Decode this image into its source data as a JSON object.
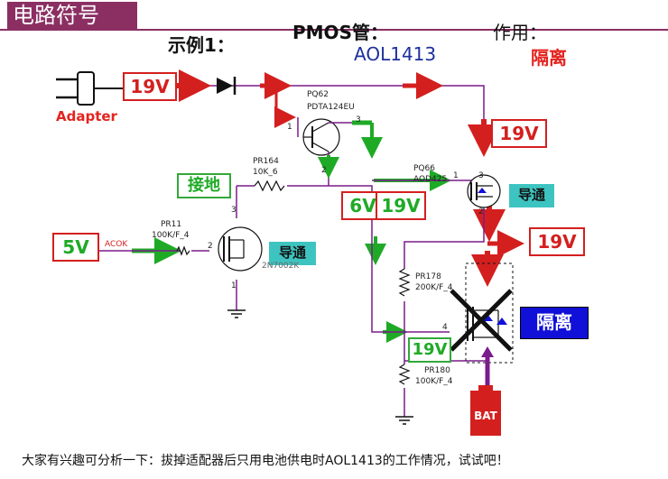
{
  "header": {
    "tab_title": "电路符号"
  },
  "title": {
    "example_label": "示例1：",
    "type_label": "PMOS管：",
    "part_number": "AOL1413",
    "role_label": "作用：",
    "role_value": "隔离"
  },
  "adapter": {
    "label": "Adapter",
    "voltage": "19V"
  },
  "voltage_labels": {
    "out_q62": "19V",
    "out_q66": "19V",
    "node_6v": "6V",
    "node_19v_green": "19V",
    "node_19v_bottom": "19V",
    "input_5v": "5V"
  },
  "tags": {
    "ground_tag": "接地",
    "conduct_q66": "导通",
    "conduct_lower": "导通",
    "isolate_tag": "隔离"
  },
  "components": {
    "pq62_ref": "PQ62",
    "pq62_part": "PDTA124EU",
    "pr164_ref": "PR164",
    "pr164_val": "10K_6",
    "pq66_ref": "PQ66",
    "pq66_part": "AOD425",
    "pr11_ref": "PR11",
    "pr11_val": "100K/F_4",
    "acok": "ACOK",
    "pr178_ref": "PR178",
    "pr178_val": "200K/F_4",
    "pr180_ref": "PR180",
    "pr180_val": "100K/F_4",
    "lower_part": "2N7002K",
    "bat": "BAT"
  },
  "pins": {
    "q62_pin1": "1",
    "q62_pin3": "3",
    "q62_pin2": "2",
    "q66_pin1": "1",
    "q66_pin3": "3",
    "q66_pin2": "2",
    "lower_pin3": "3",
    "lower_pin2": "2",
    "lower_pin1": "1",
    "q67_pin4": "4"
  },
  "footer": {
    "note": "大家有兴趣可分析一下：拔掉适配器后只用电池供电时AOL1413的工作情况，试试吧！"
  },
  "colors": {
    "wire": "#7a1c8a",
    "red": "#d41f1f",
    "green": "#1faa26",
    "teal": "#3ec4c0",
    "blue": "#1010d8"
  }
}
